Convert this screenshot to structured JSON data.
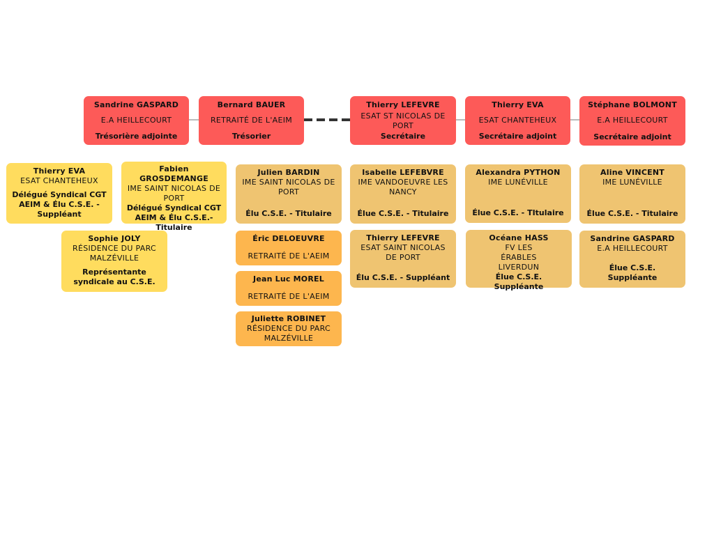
{
  "bureau": [
    {
      "name": "Sandrine GASPARD",
      "org": "E.A HEILLECOURT",
      "role": "Trésorière adjointe"
    },
    {
      "name": "Bernard BAUER",
      "org": "RETRAITÉ DE L'AEIM",
      "role": "Trésorier"
    },
    {
      "name": "Thierry LEFEVRE",
      "org": "ESAT ST NICOLAS DE PORT",
      "role": "Secrétaire"
    },
    {
      "name": "Thierry EVA",
      "org": "ESAT CHANTEHEUX",
      "role": "Secrétaire adjoint"
    },
    {
      "name": "Stéphane BOLMONT",
      "org": "E.A HEILLECOURT",
      "role": "Secrétaire adjoint"
    }
  ],
  "delegues": [
    {
      "name": "Thierry EVA",
      "org": "ESAT CHANTEHEUX",
      "role": "Délégué Syndical CGT AEIM & Élu C.S.E. - Suppléant"
    },
    {
      "name": "Fabien GROSDEMANGE",
      "org": "IME SAINT NICOLAS DE PORT",
      "role": "Délégué Syndical CGT AEIM & Élu C.S.E.- Titulaire"
    },
    {
      "name": "Sophie JOLY",
      "org": "RÉSIDENCE DU PARC MALZÉVILLE",
      "role": "Représentante syndicale au C.S.E."
    }
  ],
  "elus_titulaires": [
    {
      "name": "Julien BARDIN",
      "org": "IME SAINT NICOLAS DE PORT",
      "role": "Élu C.S.E. - Titulaire"
    },
    {
      "name": "Isabelle LEFEBVRE",
      "org": "IME VANDOEUVRE LES NANCY",
      "role": "Élue C.S.E. - Titulaire"
    },
    {
      "name": "Alexandra PYTHON",
      "org": "IME LUNÉVILLE",
      "role": "Élue C.S.E. - TItulaire"
    },
    {
      "name": "Aline VINCENT",
      "org": "IME LUNÉVILLE",
      "role": "Élue C.S.E. - Titulaire"
    }
  ],
  "elus_suppleants": [
    {
      "name": "Thierry LEFEVRE",
      "org": "ESAT SAINT NICOLAS DE PORT",
      "role": "Élu C.S.E. - Suppléant"
    },
    {
      "name": "Océane HASS",
      "org": "FV LES ÉRABLES LIVERDUN",
      "role": "Élue C.S.E. Suppléante"
    },
    {
      "name": "Sandrine GASPARD",
      "org": "E.A HEILLECOURT",
      "role": "Élue C.S.E. Suppléante"
    }
  ],
  "membres": [
    {
      "name": "Éric DELOEUVRE",
      "org": "RETRAITÉ DE L'AEIM"
    },
    {
      "name": "Jean Luc MOREL",
      "org": "RETRAITÉ DE L'AEIM"
    },
    {
      "name": "Juliette ROBINET",
      "org": "RÉSIDENCE DU PARC MALZÉVILLE"
    }
  ],
  "colors": {
    "bureau": "#fd5a58",
    "delegues": "#ffdc5e",
    "elus": "#efc471",
    "membres": "#fdb64e"
  }
}
